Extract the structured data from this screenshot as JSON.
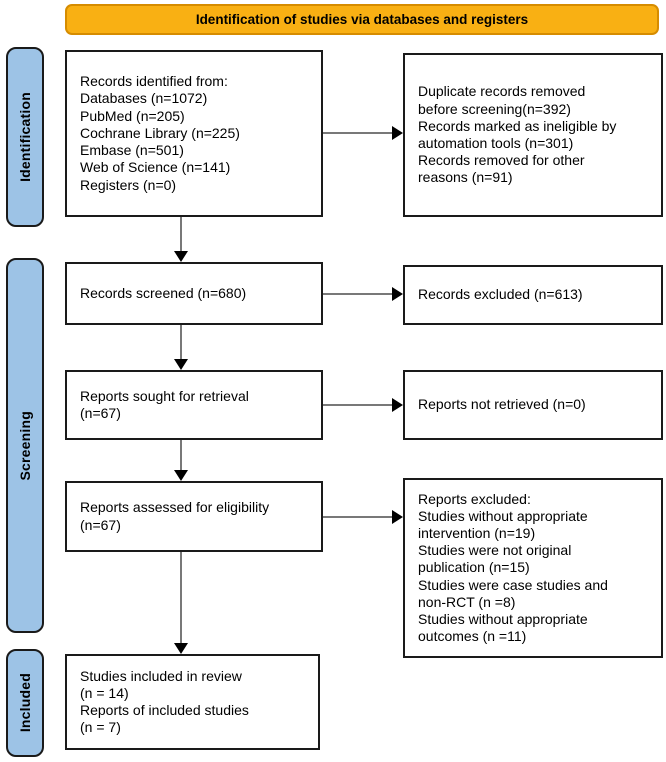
{
  "title_banner": "Identification of studies via databases and registers",
  "colors": {
    "banner_fill": "#f9b013",
    "banner_border": "#d68c00",
    "stage_fill": "#9dc3e6",
    "box_border": "#1a1a1a",
    "arrow_line": "#787878",
    "arrowhead": "#000000"
  },
  "stages": [
    {
      "label": "Identification"
    },
    {
      "label": "Screening"
    },
    {
      "label": "Included"
    }
  ],
  "boxes": {
    "records_identified": {
      "lines": [
        "Records identified from:",
        "Databases (n=1072)",
        "PubMed (n=205)",
        "Cochrane Library (n=225)",
        "Embase (n=501)",
        "Web of Science (n=141)",
        "Registers (n=0)"
      ]
    },
    "duplicates_removed": {
      "lines": [
        "Duplicate records removed",
        "before screening(n=392)",
        "Records marked as ineligible by",
        "automation tools (n=301)",
        "Records removed for other",
        "reasons (n=91)"
      ]
    },
    "records_screened": {
      "lines": [
        "Records screened (n=680)"
      ]
    },
    "records_excluded": {
      "lines": [
        "Records excluded (n=613)"
      ]
    },
    "reports_sought": {
      "lines": [
        "Reports sought for retrieval",
        "(n=67)"
      ]
    },
    "reports_not_retrieved": {
      "lines": [
        "Reports not retrieved (n=0)"
      ]
    },
    "reports_assessed": {
      "lines": [
        "Reports assessed for eligibility",
        "(n=67)"
      ]
    },
    "reports_excluded": {
      "lines": [
        "Reports excluded:",
        "Studies without appropriate",
        "intervention (n=19)",
        "Studies were not original",
        "publication (n=15)",
        "Studies were case studies and",
        "non-RCT (n =8)",
        "Studies without appropriate",
        "outcomes (n =11)"
      ]
    },
    "studies_included": {
      "lines": [
        "Studies included in review",
        "(n = 14)",
        "Reports of included studies",
        "(n = 7)"
      ]
    }
  }
}
